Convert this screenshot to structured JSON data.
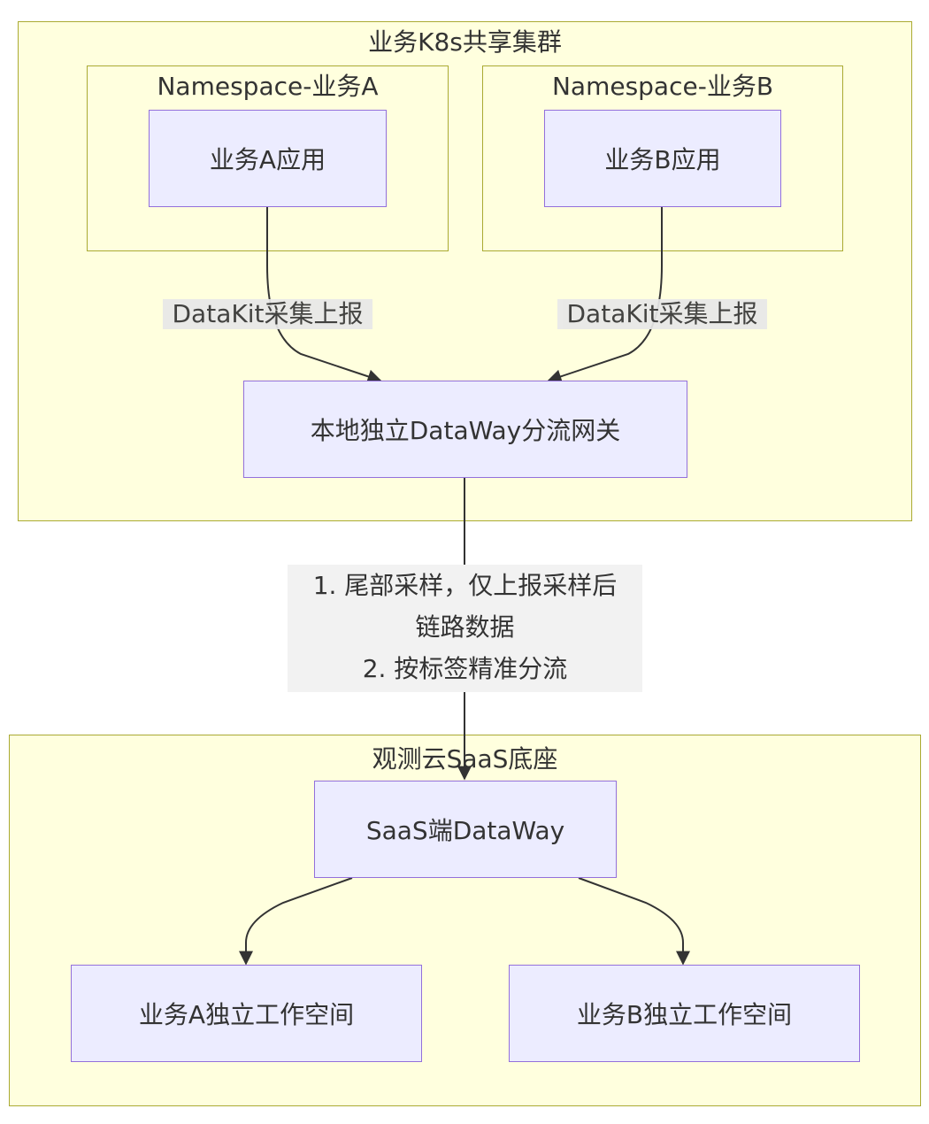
{
  "clusters": {
    "k8s": {
      "title": "业务K8s共享集群"
    },
    "ns_a": {
      "title": "Namespace-业务A"
    },
    "ns_b": {
      "title": "Namespace-业务B"
    },
    "saas": {
      "title": "观测云SaaS底座"
    }
  },
  "nodes": {
    "app_a": "业务A应用",
    "app_b": "业务B应用",
    "gateway": "本地独立DataWay分流网关",
    "saas_dataway": "SaaS端DataWay",
    "ws_a": "业务A独立工作空间",
    "ws_b": "业务B独立工作空间"
  },
  "edges": {
    "collect_a": "DataKit采集上报",
    "collect_b": "DataKit采集上报",
    "gateway_to_saas": [
      "1. 尾部采样，仅上报采样后",
      "链路数据",
      "2. 按标签精准分流"
    ]
  },
  "colors": {
    "cluster_fill": "#ffffde",
    "cluster_border": "#aaaa33",
    "node_fill": "#ececff",
    "node_border": "#9370db",
    "edge": "#333333",
    "label_bg": "#e8e8e8"
  }
}
